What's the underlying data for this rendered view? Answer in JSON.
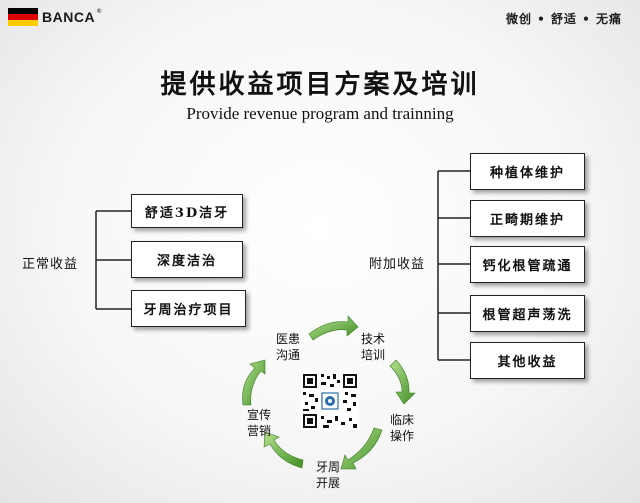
{
  "header": {
    "brand": "BANCA",
    "reg_mark": "®",
    "slogan": "微创 • 舒适 • 无痛",
    "flag_colors": [
      "#000000",
      "#dd0000",
      "#ffcc00"
    ]
  },
  "title": {
    "zh": "提供收益项目方案及培训",
    "en": "Provide revenue program and trainning"
  },
  "left_group": {
    "label": "正常收益",
    "items": [
      "舒适3D洁牙",
      "深度洁治",
      "牙周治疗项目"
    ]
  },
  "right_group": {
    "label": "附加收益",
    "items": [
      "种植体维护",
      "正畸期维护",
      "钙化根管疏通",
      "根管超声荡洗",
      "其他收益"
    ]
  },
  "cycle": {
    "steps": [
      {
        "line1": "医患",
        "line2": "沟通"
      },
      {
        "line1": "技术",
        "line2": "培训"
      },
      {
        "line1": "临床",
        "line2": "操作"
      },
      {
        "line1": "牙周",
        "line2": "开展"
      },
      {
        "line1": "宣传",
        "line2": "营销"
      }
    ],
    "center_icon": "qr-code-icon",
    "arrow_color": "#5cae3a"
  }
}
